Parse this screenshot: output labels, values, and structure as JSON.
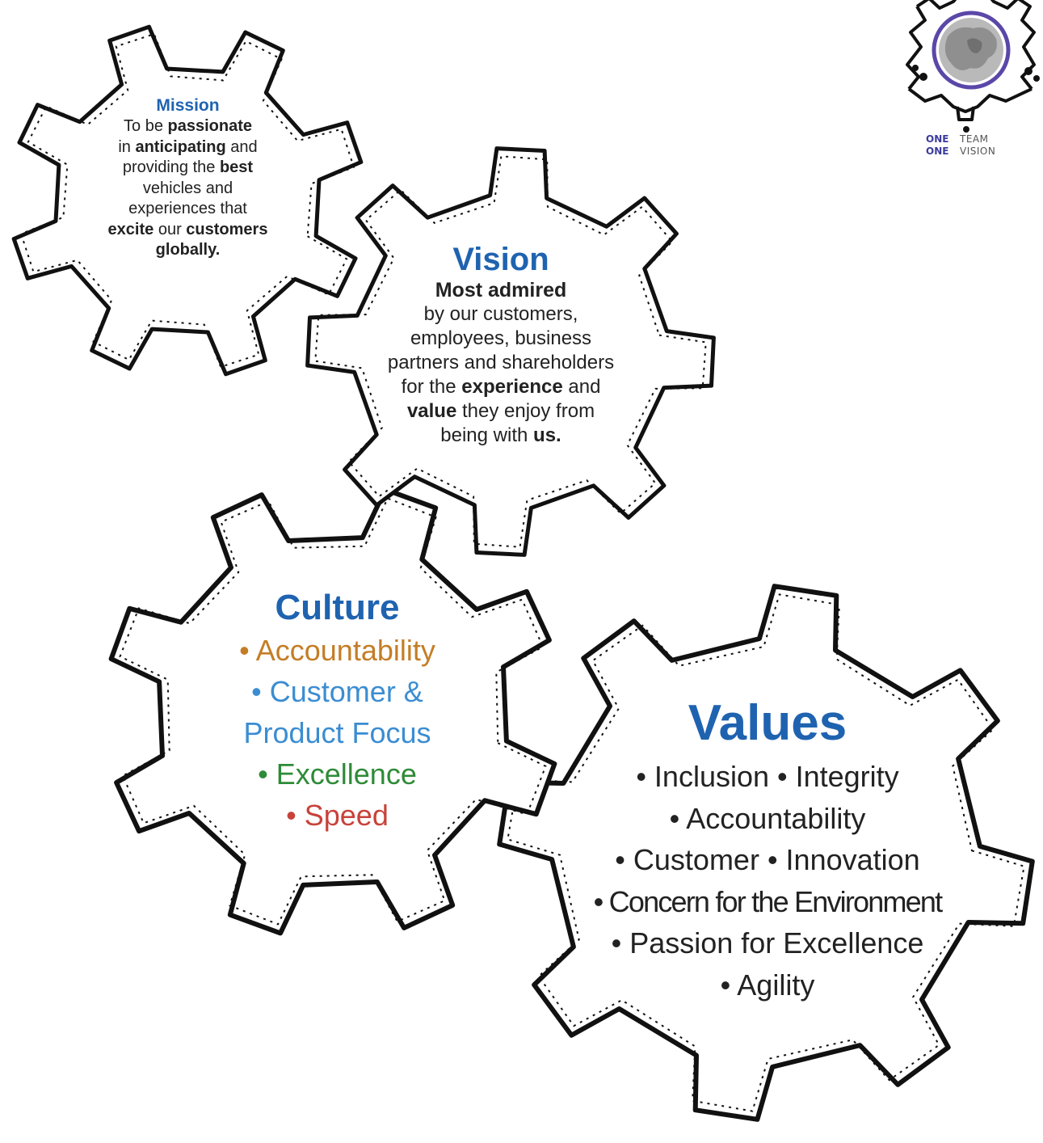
{
  "colors": {
    "title_blue": "#1f63b0",
    "text": "#222222",
    "culture_accountability": "#c47d26",
    "culture_customer": "#3b8dd2",
    "culture_excellence": "#2e8b37",
    "culture_speed": "#c8423a",
    "logo_ring": "#5b47a8"
  },
  "mission": {
    "title": "Mission",
    "lines": [
      [
        {
          "t": "To be ",
          "b": false
        },
        {
          "t": "passionate",
          "b": true
        }
      ],
      [
        {
          "t": "in ",
          "b": false
        },
        {
          "t": "anticipating",
          "b": true
        },
        {
          "t": " and",
          "b": false
        }
      ],
      [
        {
          "t": "providing the ",
          "b": false
        },
        {
          "t": "best",
          "b": true
        }
      ],
      [
        {
          "t": "vehicles and",
          "b": false
        }
      ],
      [
        {
          "t": "experiences that",
          "b": false
        }
      ],
      [
        {
          "t": "excite",
          "b": true
        },
        {
          "t": " our ",
          "b": false
        },
        {
          "t": "customers",
          "b": true
        }
      ],
      [
        {
          "t": "globally.",
          "b": true
        }
      ]
    ]
  },
  "vision": {
    "title": "Vision",
    "subtitle": "Most admired",
    "lines": [
      [
        {
          "t": "by our customers,",
          "b": false
        }
      ],
      [
        {
          "t": "employees, business",
          "b": false
        }
      ],
      [
        {
          "t": "partners and shareholders",
          "b": false
        }
      ],
      [
        {
          "t": "for the ",
          "b": false
        },
        {
          "t": "experience",
          "b": true
        },
        {
          "t": " and",
          "b": false
        }
      ],
      [
        {
          "t": "value",
          "b": true
        },
        {
          "t": " they enjoy from",
          "b": false
        }
      ],
      [
        {
          "t": "being with ",
          "b": false
        },
        {
          "t": "us.",
          "b": true
        }
      ]
    ]
  },
  "culture": {
    "title": "Culture",
    "items": [
      {
        "lines": [
          "• Accountability"
        ],
        "color": "#c47d26"
      },
      {
        "lines": [
          "• Customer &",
          "Product Focus"
        ],
        "color": "#3b8dd2"
      },
      {
        "lines": [
          "• Excellence"
        ],
        "color": "#2e8b37"
      },
      {
        "lines": [
          "• Speed"
        ],
        "color": "#c8423a"
      }
    ]
  },
  "values": {
    "title": "Values",
    "lines": [
      "• Inclusion • Integrity",
      "• Accountability",
      "• Customer • Innovation",
      "• Concern for the Environment",
      "• Passion for Excellence",
      "• Agility"
    ]
  },
  "logo": {
    "icon": "globe-emblem-icon",
    "caption_one_1": "ONE",
    "caption_word_1": "TEAM",
    "caption_one_2": "ONE",
    "caption_word_2": "VISION"
  }
}
